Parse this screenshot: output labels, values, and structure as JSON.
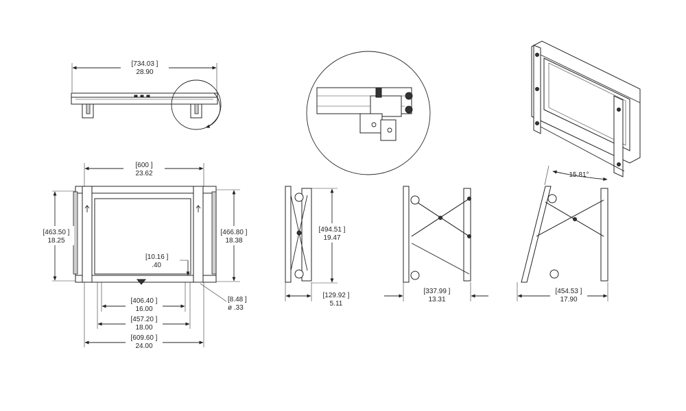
{
  "top_view": {
    "dim_mm": "[734.03 ]",
    "dim_in": "28.90"
  },
  "front_view": {
    "width_mm": "[600 ]",
    "width_in": "23.62",
    "left_h_mm": "[463.50 ]",
    "left_h_in": "18.25",
    "right_h_mm": "[466.80 ]",
    "right_h_in": "18.38",
    "offset_mm": "[10.16  ]",
    "offset_in": ".40",
    "hole_mm": "[8.48 ]",
    "hole_in": "ø .33",
    "span1_mm": "[406.40 ]",
    "span1_in": "16.00",
    "span2_mm": "[457.20 ]",
    "span2_in": "18.00",
    "span3_mm": "[609.60 ]",
    "span3_in": "24.00"
  },
  "side_collapsed": {
    "height_mm": "[494.51 ]",
    "height_in": "19.47",
    "depth_mm": "[129.92 ]",
    "depth_in": "5.11"
  },
  "side_extended": {
    "depth_mm": "[337.99 ]",
    "depth_in": "13.31"
  },
  "side_tilted": {
    "angle": "15.81°",
    "depth_mm": "[454.53 ]",
    "depth_in": "17.90"
  }
}
